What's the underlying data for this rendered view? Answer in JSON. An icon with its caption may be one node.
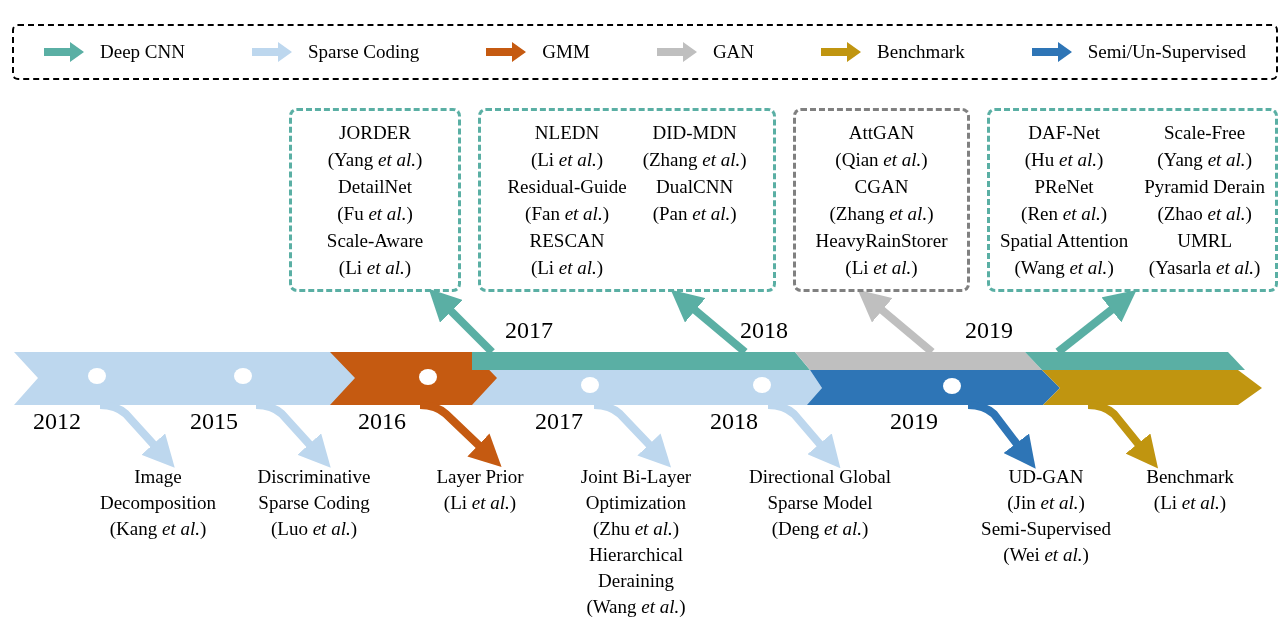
{
  "diagram": {
    "nodes": [
      {
        "text": [
          "JORDER",
          "(Yang *et al.*)",
          "DetailNet",
          "(Fu *et al.*)",
          "Scale-Aware",
          "(Li *et al.*)"
        ]
      },
      {
        "text": [
          "NLEDN",
          "(Li *et al.*)",
          "Residual-Guide",
          "(Fan *et al.*)",
          "RESCAN",
          "(Li *et al.*)",
          "DID-MDN",
          "(Zhang *et al.*)",
          "DualCNN",
          "(Pan *et al.*)"
        ]
      },
      {
        "text": [
          "AttGAN",
          "(Qian *et al.*)",
          "CGAN",
          "(Zhang *et al.*)",
          "HeavyRainStorer",
          "(Li *et al.*)"
        ]
      },
      {
        "text": [
          "DAF-Net",
          "(Hu *et al.*)",
          "PReNet",
          "(Ren *et al.*)",
          "Spatial Attention",
          "(Wang *et al.*)",
          "Scale-Free",
          "(Yang *et al.*)",
          "Pyramid Derain",
          "(Zhao *et al.*)",
          "UMRL",
          "(Yasarla *et al.*)"
        ]
      },
      {
        "text": [
          "Image Decomposition",
          "(Kang *et al.*)"
        ]
      },
      {
        "text": [
          "Discriminative Sparse Coding",
          "(Luo *et al.*)"
        ]
      },
      {
        "text": [
          "Layer Prior",
          "(Li *et al.*)"
        ]
      },
      {
        "text": [
          "Joint Bi-Layer Optimization",
          "(Zhu *et al.*)",
          "Hierarchical Deraining",
          "(Wang *et al.*)"
        ]
      },
      {
        "text": [
          "Directional Global Sparse Model",
          "(Deng *et al.*)"
        ]
      },
      {
        "text": [
          "UD-GAN",
          "(Jin *et al.*)",
          "Semi-Supervised",
          "(Wei *et al.*)"
        ]
      },
      {
        "text": [
          "Benchmark",
          "(Li *et al.*)"
        ]
      }
    ],
    "edges": [
      {
        "from": null,
        "to": 0,
        "arrow": "to",
        "color": "#5aafa4"
      },
      {
        "from": null,
        "to": 1,
        "arrow": "to",
        "color": "#5aafa4"
      },
      {
        "from": null,
        "to": 2,
        "arrow": "to",
        "color": "#bfbfbf"
      },
      {
        "from": null,
        "to": 3,
        "arrow": "to",
        "color": "#5aafa4"
      },
      {
        "from": null,
        "to": 4,
        "arrow": "to",
        "color": "#bdd7ee"
      },
      {
        "from": null,
        "to": 5,
        "arrow": "to",
        "color": "#bdd7ee"
      },
      {
        "from": null,
        "to": 6,
        "arrow": "to",
        "color": "#c55a11"
      },
      {
        "from": null,
        "to": 7,
        "arrow": "to",
        "color": "#bdd7ee"
      },
      {
        "from": null,
        "to": 8,
        "arrow": "to",
        "color": "#bdd7ee"
      },
      {
        "from": null,
        "to": 9,
        "arrow": "to",
        "color": "#2e75b6"
      },
      {
        "from": null,
        "to": 10,
        "arrow": "to",
        "color": "#c09510"
      }
    ],
    "labels": [
      "2017",
      "2018",
      "2019",
      "2012",
      "2015",
      "2016",
      "2017",
      "2018",
      "2019"
    ],
    "legend": [
      {
        "text": "Deep CNN",
        "color": "#5aafa4"
      },
      {
        "text": "Sparse Coding",
        "color": "#bdd7ee"
      },
      {
        "text": "GMM",
        "color": "#c55a11"
      },
      {
        "text": "GAN",
        "color": "#bfbfbf"
      },
      {
        "text": "Benchmark",
        "color": "#c09510"
      },
      {
        "text": "Semi/Un-Supervised",
        "color": "#2e75b6"
      }
    ]
  }
}
